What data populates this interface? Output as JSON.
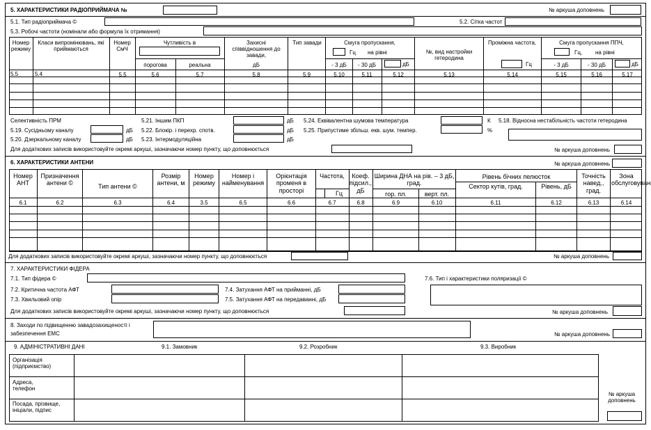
{
  "sec5": {
    "title": "5. ХАРАКТЕРИСТИКИ РАДІОПРИЙМАЧА №",
    "sheet_label": "№ аркуша доповнень",
    "f51": "5.1. Тип радіоприймача ©",
    "f52": "5.2. Сітка частот",
    "f53": "5.3. Робочі частоти (номінали або формула їх отримання)",
    "h_mode": "Номер режиму",
    "h_classes": "Класи випромінювань, які приймаються",
    "h_ifnum": "Номер СмЧ",
    "h_sens": "Чутливість в",
    "h_threshold": "порогова",
    "h_real": "реальна",
    "h_protect": "Захисні співвідношення до завади,",
    "h_protect_db": "дБ",
    "h_itype": "Тип завади",
    "h_band": "Смуга пропускання,",
    "h_band_hz": "Гц",
    "h_band_level": "на рівні",
    "h_m3": "- 3 дБ",
    "h_m30": "- 30 дБ",
    "h_db": "дБ",
    "h_tune": "№, вид настройки гетеродина",
    "h_if": "Проміжна частота,",
    "h_if_hz": "Гц",
    "h_ifband": "Смуга пропускання ППЧ,",
    "h_ifband_hz": "Гц,",
    "h_ifband_level": "на рівні",
    "h_if_m3": "- 3 дБ",
    "h_if_m30": "- 30 дБ",
    "h_if_db": "дБ",
    "cols": [
      "5.5",
      "5.4",
      "5.5",
      "5.6",
      "5.7",
      "5.8",
      "5.9",
      "5.10",
      "5.11",
      "5.12",
      "5.13",
      "5.14",
      "5.15",
      "5.16",
      "5.17"
    ],
    "selectivity": "Селективність ПРМ",
    "f519": "5.19. Сусідньому каналу",
    "f520": "5.20. Дзеркальному каналу",
    "f521": "5.21. Іншим ПКП",
    "f522": "5.22. Блокір. і перехр. спотв.",
    "f523": "5.23. Інтермодуляційна",
    "f524": "5.24. Еквівалентна шумова температура",
    "f525": "5.25. Припустиме збільш. екв. шум. темпер.",
    "f518": "5.18. Відносна нестабільність частоти гетеродина",
    "u_db": "дБ",
    "u_k": "К",
    "u_pct": "%",
    "extra_note": "Для додаткових записів використовуйте окремі аркуші, зазначаючи номер пункту, що доповнюється"
  },
  "sec6": {
    "title": "6. ХАРАКТЕРИСТИКИ АНТЕНИ",
    "sheet_label": "№ аркуша доповнень",
    "h_num": "Номер АНТ",
    "h_purpose": "Призначення антени ©",
    "h_type": "Тип антени ©",
    "h_size": "Розмір антени, м",
    "h_mode": "Номер режиму",
    "h_name": "Номер і найменування",
    "h_orient": "Орієнтація променя в просторі",
    "h_freq": "Частота,",
    "h_freq_hz": "Гц",
    "h_gain": "Коеф. підсил., дБ",
    "h_dna": "Ширина ДНА на рів. – 3 дБ, град.",
    "h_hor": "гор. пл.",
    "h_vert": "верт. пл.",
    "h_side": "Рівень бічних пелюсток",
    "h_sector": "Сектор кутів, град.",
    "h_level": "Рівень, дБ",
    "h_acc": "Точність навед., град.",
    "h_zone": "Зона обслуговування",
    "cols": [
      "6.1",
      "6.2",
      "6.3",
      "6.4",
      "3.5",
      "6.5",
      "6.6",
      "6.7",
      "6.8",
      "6.9",
      "6.10",
      "6.11",
      "6.12",
      "6.13",
      "6.14"
    ],
    "extra_note": "Для додаткових записів використовуйте окремі аркуші, зазначаючи номер пункту, що доповнюється"
  },
  "sec7": {
    "title": "7. ХАРАКТЕРИСТИКИ ФІДЕРА",
    "f71": "7.1. Тип фідера ©",
    "f72": "7.2. Критична частота АФТ",
    "f73": "7.3. Хвильовий опір",
    "f74": "7.4. Затухання АФТ на прийманні, дБ",
    "f75": "7.5. Затухання АФТ на передаванні, дБ",
    "f76": "7.6. Тип і характеристики поляризації ©",
    "extra_note": "Для додаткових записів використовуйте окремі аркуші, зазначаючи номер пункту, що доповнюється",
    "sheet_label": "№ аркуша доповнень"
  },
  "sec8": {
    "title_line1": "8. Заходи по підвищенню завадозахищеності і",
    "title_line2": "забезпечення ЕМС",
    "sheet_label": "№ аркуша доповнень"
  },
  "sec9": {
    "title": "9. АДМІНІСТРАТИВНІ ДАНІ",
    "c1": "9.1. Замовник",
    "c2": "9.2. Розробник",
    "c3": "9.3. Виробник",
    "r1": "Організація (підприємство)",
    "r2": "Адреса, телефон",
    "r3": "Посада, прізвище, ініціали, підпис",
    "sheet_label": "№ аркуша доповнень"
  }
}
